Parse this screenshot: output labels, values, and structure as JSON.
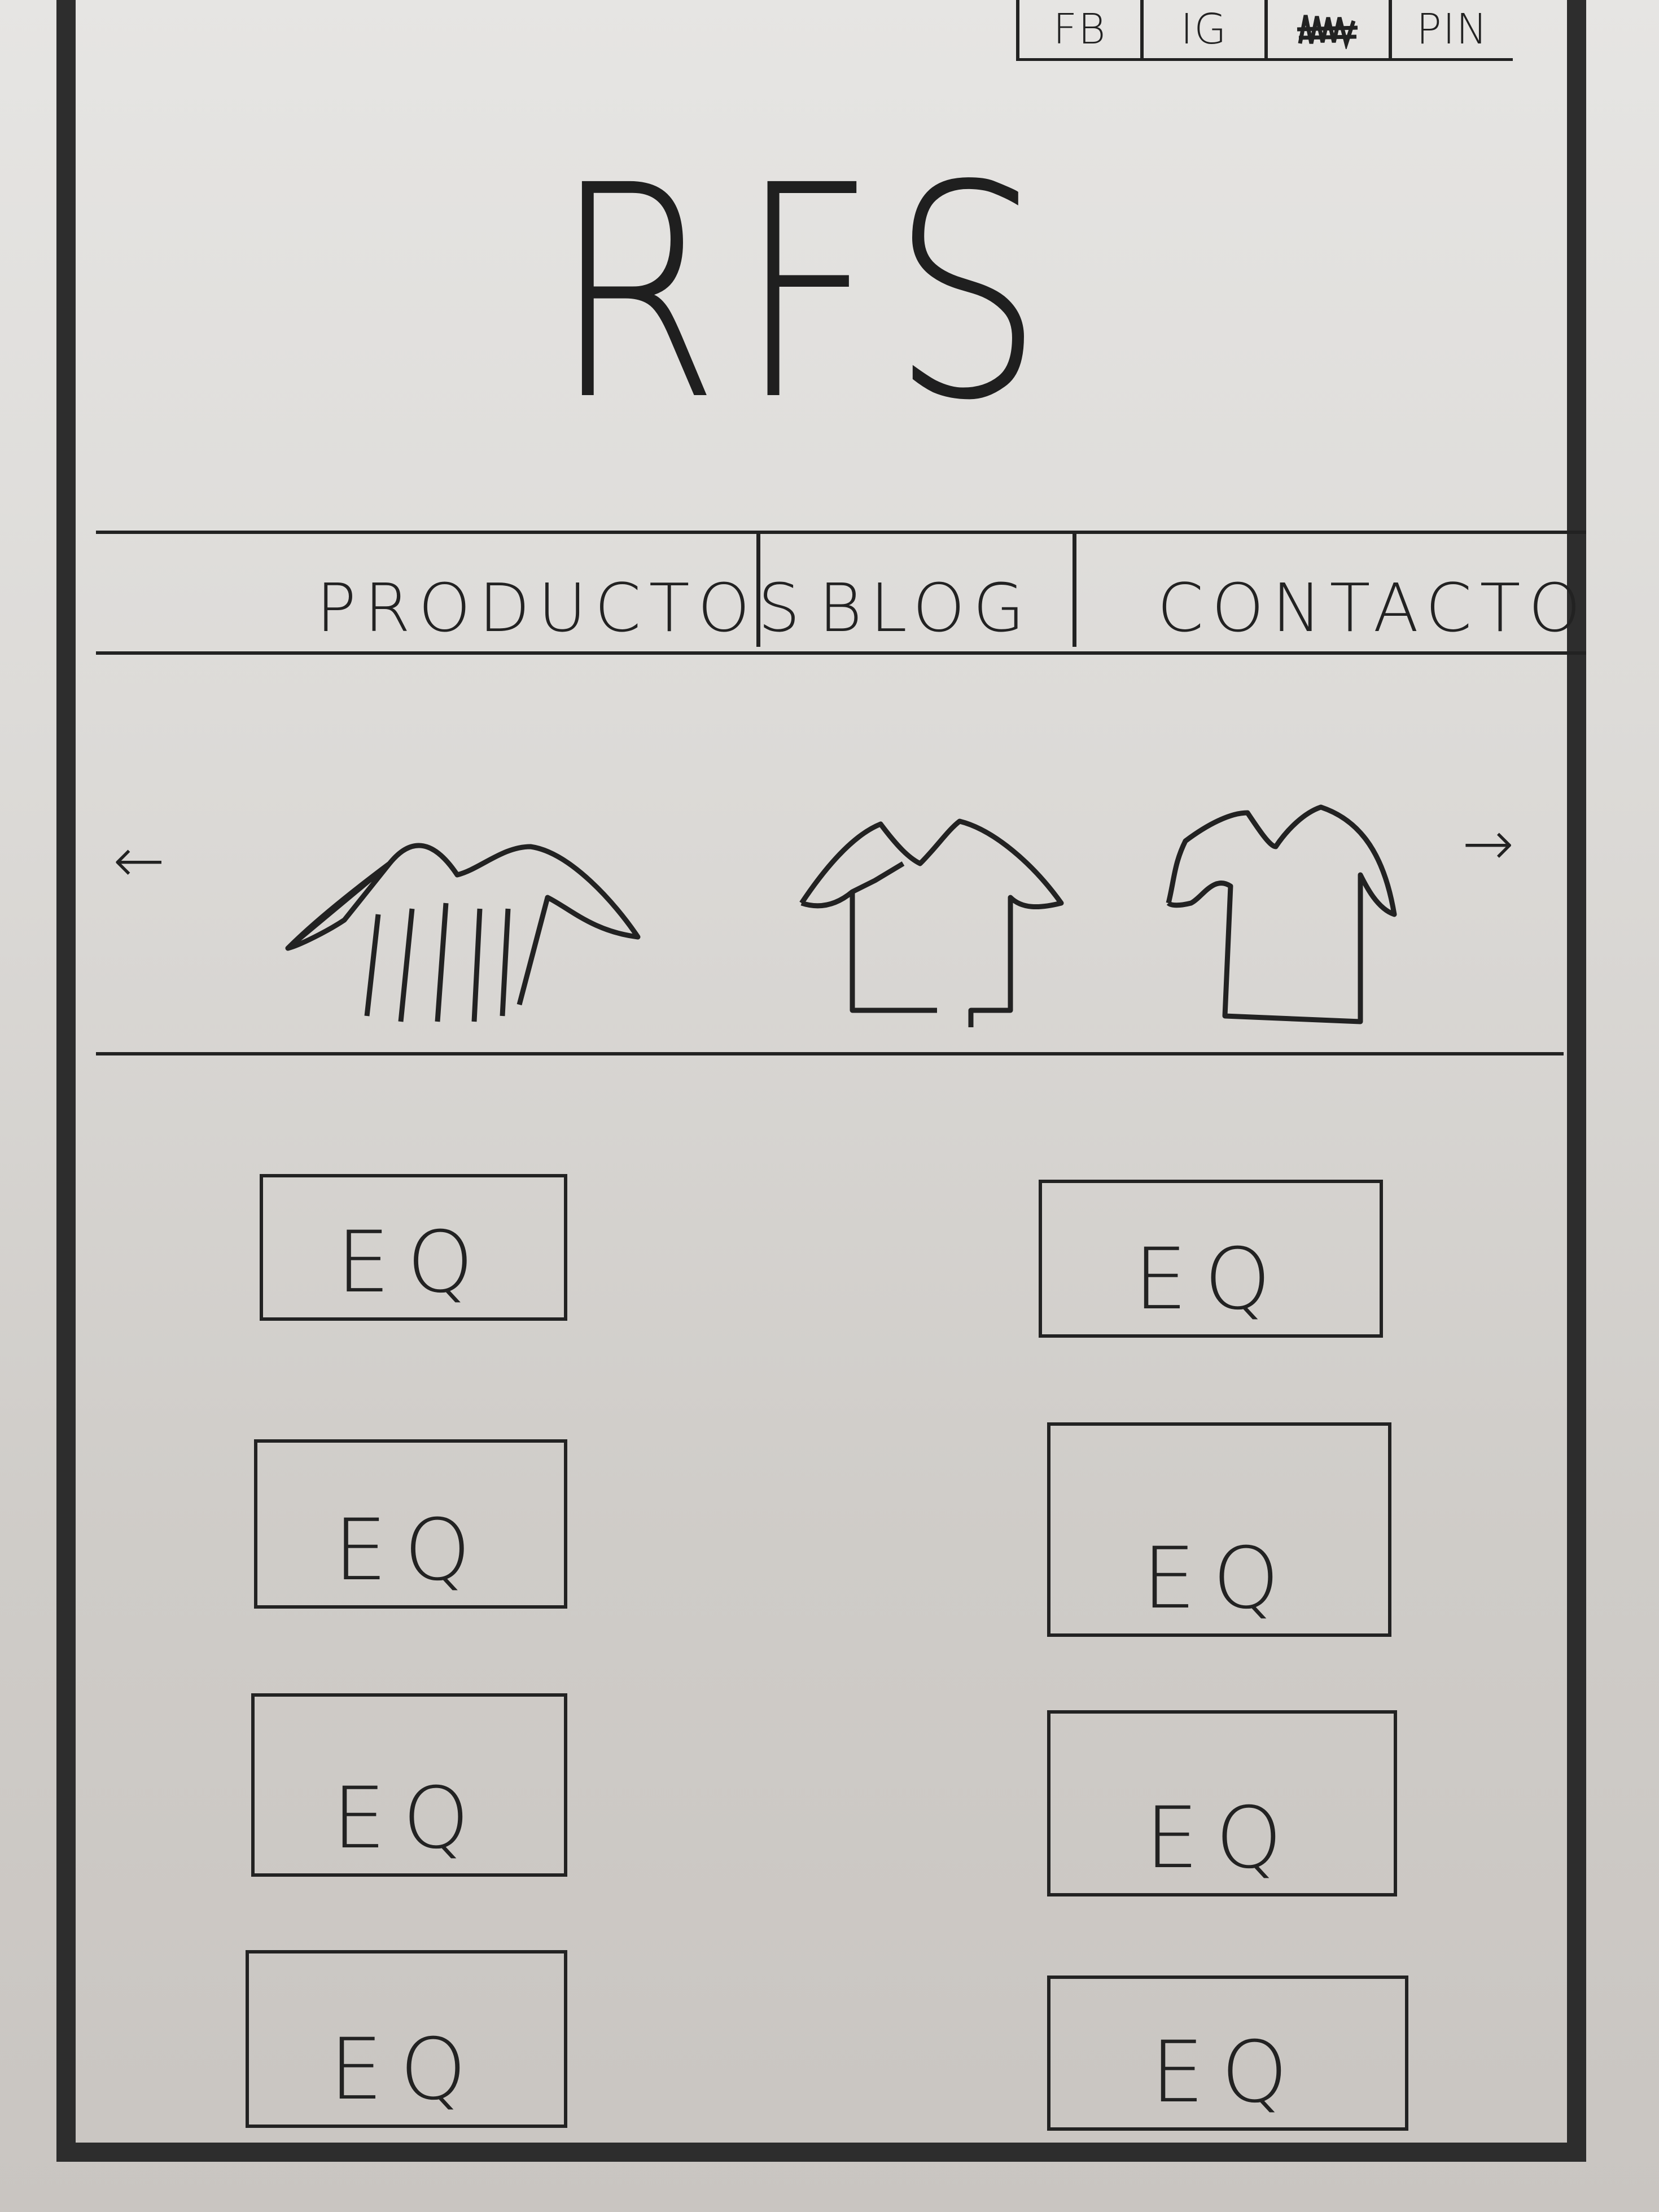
{
  "social": {
    "links": [
      {
        "label": "FB"
      },
      {
        "label": "IG"
      },
      {
        "label": ""
      },
      {
        "label": "PIN"
      }
    ]
  },
  "header": {
    "logo": "RFS"
  },
  "nav": {
    "items": [
      {
        "label": "PRODUCTOS"
      },
      {
        "label": "BLOG"
      },
      {
        "label": "CONTACTO"
      }
    ]
  },
  "carousel": {
    "prev_label": "←",
    "next_label": "→",
    "slides": [
      {
        "icon": "striped-shirt-icon"
      },
      {
        "icon": "shirt-icon"
      },
      {
        "icon": "shirt-icon"
      }
    ]
  },
  "products": [
    {
      "label": "EQ"
    },
    {
      "label": "EQ"
    },
    {
      "label": "EQ"
    },
    {
      "label": "EQ"
    },
    {
      "label": "EQ"
    },
    {
      "label": "EQ"
    },
    {
      "label": "EQ"
    },
    {
      "label": "EQ"
    }
  ]
}
